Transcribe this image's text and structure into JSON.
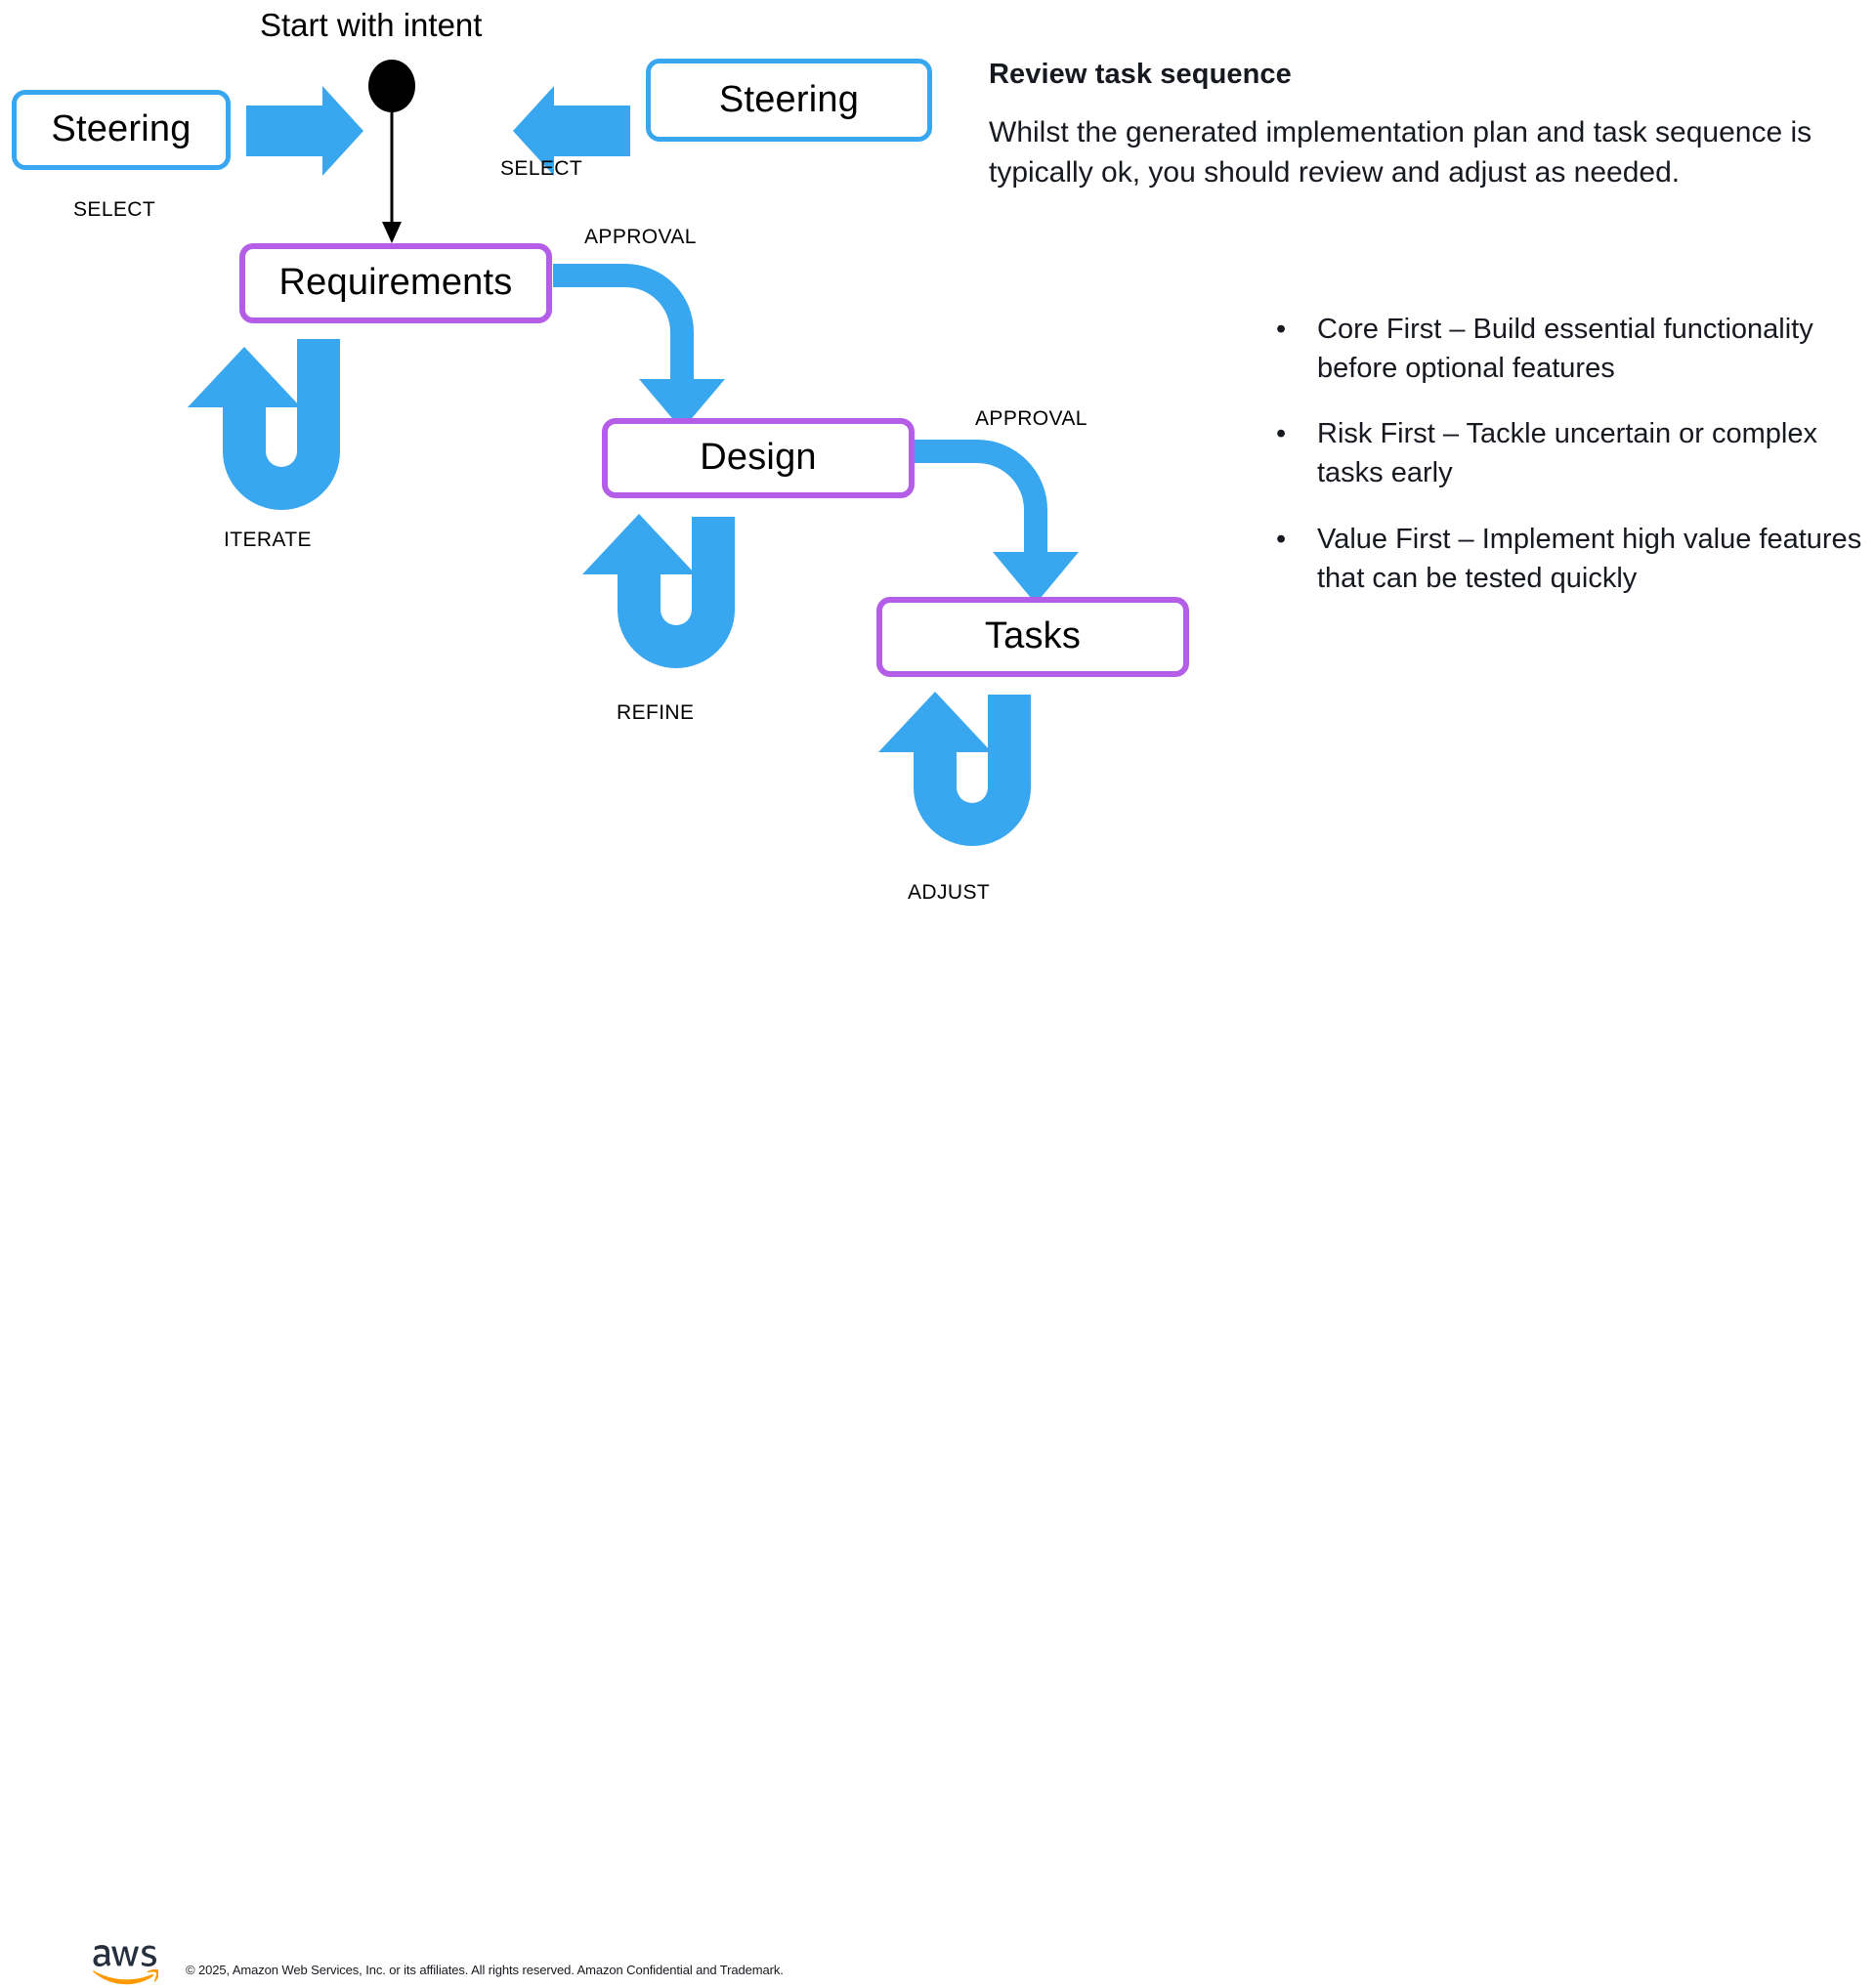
{
  "slide": {
    "background": "#ffffff",
    "accent_blue": "#38a7ef",
    "accent_purple": "#b45ee8",
    "text_color": "#16191f"
  },
  "diagram": {
    "start_title": "Start with intent",
    "nodes": [
      {
        "id": "steering-left",
        "label": "Steering",
        "style": "blue"
      },
      {
        "id": "steering-right",
        "label": "Steering",
        "style": "blue"
      },
      {
        "id": "requirements",
        "label": "Requirements",
        "style": "purple"
      },
      {
        "id": "design",
        "label": "Design",
        "style": "purple"
      },
      {
        "id": "tasks",
        "label": "Tasks",
        "style": "purple"
      }
    ],
    "edge_labels": [
      {
        "id": "select-left",
        "text": "SELECT"
      },
      {
        "id": "select-right",
        "text": "SELECT"
      },
      {
        "id": "approval-design",
        "text": "APPROVAL"
      },
      {
        "id": "approval-tasks",
        "text": "APPROVAL"
      },
      {
        "id": "iterate",
        "text": "ITERATE"
      },
      {
        "id": "refine",
        "text": "REFINE"
      },
      {
        "id": "adjust",
        "text": "ADJUST"
      }
    ]
  },
  "panel": {
    "heading": "Review task sequence",
    "body": "Whilst the generated implementation plan and task sequence is typically ok, you should review and adjust as needed.",
    "bullet_marker": "•",
    "bullets": [
      "Core First – Build essential functionality before optional features",
      "Risk First – Tackle uncertain or complex tasks early",
      "Value First – Implement high value features that can be tested quickly"
    ]
  },
  "footer": {
    "logo_alt": "aws",
    "copyright": "© 2025, Amazon Web Services, Inc. or its affiliates. All rights reserved. Amazon Confidential and Trademark."
  }
}
